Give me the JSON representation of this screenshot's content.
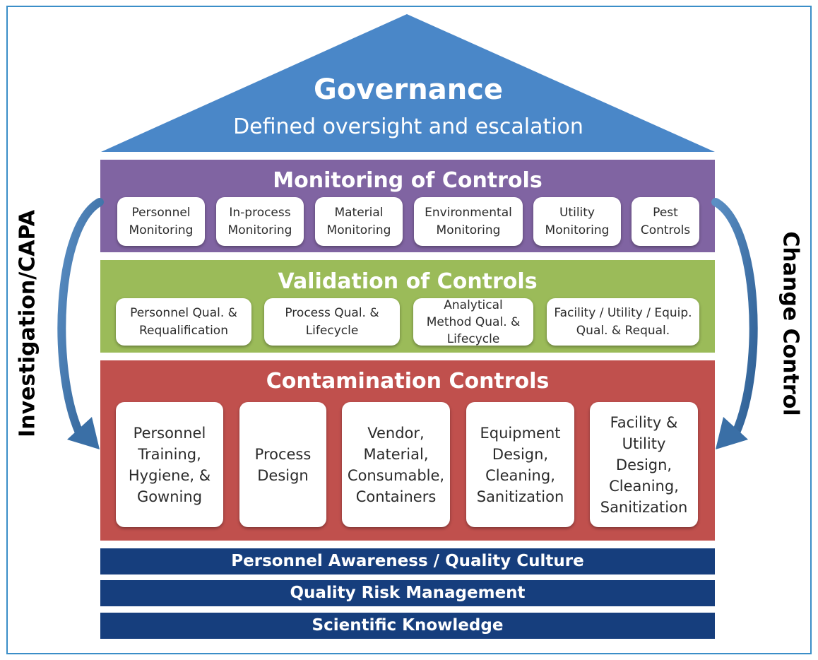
{
  "governance": {
    "title": "Governance",
    "subtitle": "Defined oversight and escalation"
  },
  "monitoring": {
    "title": "Monitoring of Controls",
    "items": [
      [
        "Personnel",
        "Monitoring"
      ],
      [
        "In-process",
        "Monitoring"
      ],
      [
        "Material",
        "Monitoring"
      ],
      [
        "Environmental",
        "Monitoring"
      ],
      [
        "Utility",
        "Monitoring"
      ],
      [
        "Pest",
        "Controls"
      ]
    ]
  },
  "validation": {
    "title": "Validation of Controls",
    "items": [
      [
        "Personnel Qual. &",
        "Requalification"
      ],
      [
        "Process Qual. &",
        "Lifecycle"
      ],
      [
        "Analytical",
        "Method Qual. &",
        "Lifecycle"
      ],
      [
        "Facility / Utility / Equip.",
        "Qual. & Requal."
      ]
    ]
  },
  "contamination": {
    "title": "Contamination Controls",
    "items": [
      [
        "Personnel",
        "Training,",
        "Hygiene, &",
        "Gowning"
      ],
      [
        "Process",
        "Design"
      ],
      [
        "Vendor,",
        "Material,",
        "Consumable,",
        "Containers"
      ],
      [
        "Equipment",
        "Design,",
        "Cleaning,",
        "Sanitization"
      ],
      [
        "Facility &",
        "Utility",
        "Design,",
        "Cleaning,",
        "Sanitization"
      ]
    ]
  },
  "foundation": {
    "culture": "Personnel Awareness / Quality Culture",
    "risk": "Quality Risk Management",
    "knowledge": "Scientific Knowledge"
  },
  "side": {
    "left": "Investigation/CAPA",
    "right": "Change Control"
  },
  "colors": {
    "governance": "#4a87c8",
    "monitoring": "#8064a2",
    "validation": "#9bbb59",
    "contamination": "#c0504d",
    "foundation": "#163e7d",
    "arrow": "#3a6fa6"
  }
}
